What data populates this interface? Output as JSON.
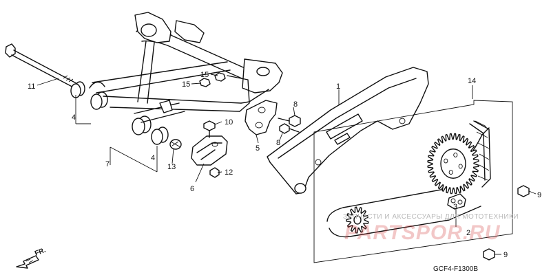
{
  "diagram": {
    "code": "GCF4-F1300B",
    "direction_label": "FR.",
    "watermark_text": "ЗАПЧАСТИ И АКСЕССУАРЫ ДЛЯ МОТОТЕХНИКИ",
    "watermark_logo": "PARTSPOR.RU",
    "callouts": {
      "c11": "11",
      "c4a": "4",
      "c7": "7",
      "c4b": "4",
      "c13": "13",
      "c6": "6",
      "c12": "12",
      "c10": "10",
      "c15a": "15",
      "c15b": "15",
      "c5": "5",
      "c8a": "8",
      "c8b": "8",
      "c1": "1",
      "c14": "14",
      "c9a": "9",
      "c9b": "9",
      "c2": "2",
      "c3": "3"
    }
  }
}
